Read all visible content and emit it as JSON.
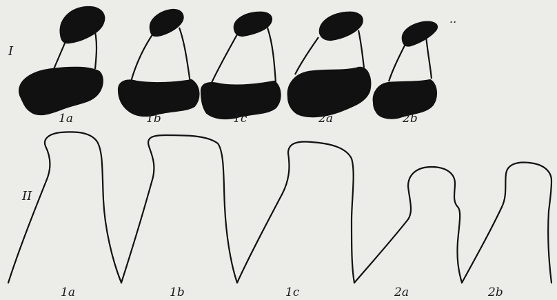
{
  "figure": {
    "row_labels": {
      "row1": "I",
      "row2": "II"
    },
    "row1": {
      "labels": [
        "1a",
        "1b",
        "1c",
        "2a",
        "2b"
      ],
      "mark": ".."
    },
    "row2": {
      "labels": [
        "1a",
        "1b",
        "1c",
        "2a",
        "2b"
      ]
    },
    "colors": {
      "ink": "#111111",
      "paper": "#ecece8"
    }
  }
}
